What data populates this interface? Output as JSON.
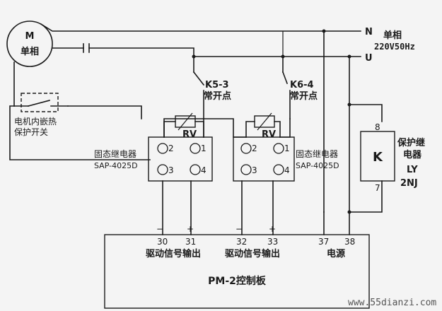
{
  "motor": {
    "symbol": "M",
    "label": "单相"
  },
  "supply": {
    "n": "N",
    "u": "U",
    "label1": "单相",
    "label2": "220V50Hz"
  },
  "thermal_switch": {
    "line1": "电机内嵌热",
    "line2": "保护开关"
  },
  "contacts": [
    {
      "id": "K5-3",
      "desc": "常开点"
    },
    {
      "id": "K6-4",
      "desc": "常开点"
    }
  ],
  "varistor": "RV",
  "ssr": [
    {
      "name": "固态继电器",
      "model": "SAP-4025D",
      "t1": "1",
      "t2": "2",
      "t3": "3",
      "t4": "4"
    },
    {
      "name": "固态继电器",
      "model": "SAP-4025D",
      "t1": "1",
      "t2": "2",
      "t3": "3",
      "t4": "4"
    }
  ],
  "minus": "−",
  "plus": "+",
  "relay": {
    "symbol": "K",
    "pin8": "8",
    "pin7": "7",
    "line1": "保护继",
    "line2": "电器",
    "line3": "LY",
    "line4": "2NJ"
  },
  "board": {
    "title": "PM-2控制板",
    "terminals": [
      "30",
      "31",
      "32",
      "33",
      "37",
      "38"
    ],
    "label_drive1": "驱动信号输出",
    "label_drive2": "驱动信号输出",
    "label_power": "电源"
  },
  "watermark": "www.55dianzi.com"
}
